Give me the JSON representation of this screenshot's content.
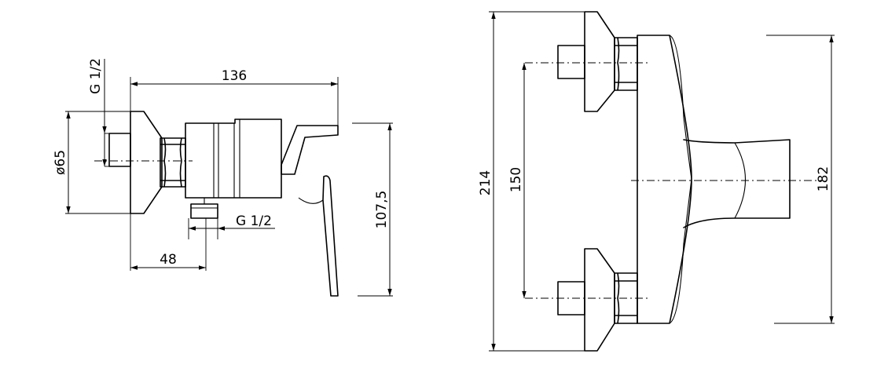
{
  "dimensions": {
    "overall_length": "136",
    "thread_top": "G 1/2",
    "diameter": "ø65",
    "thread_bottom": "G 1/2",
    "offset": "48",
    "height_side": "107,5",
    "total_height": "214",
    "inlet_spacing": "150",
    "body_height": "182"
  }
}
